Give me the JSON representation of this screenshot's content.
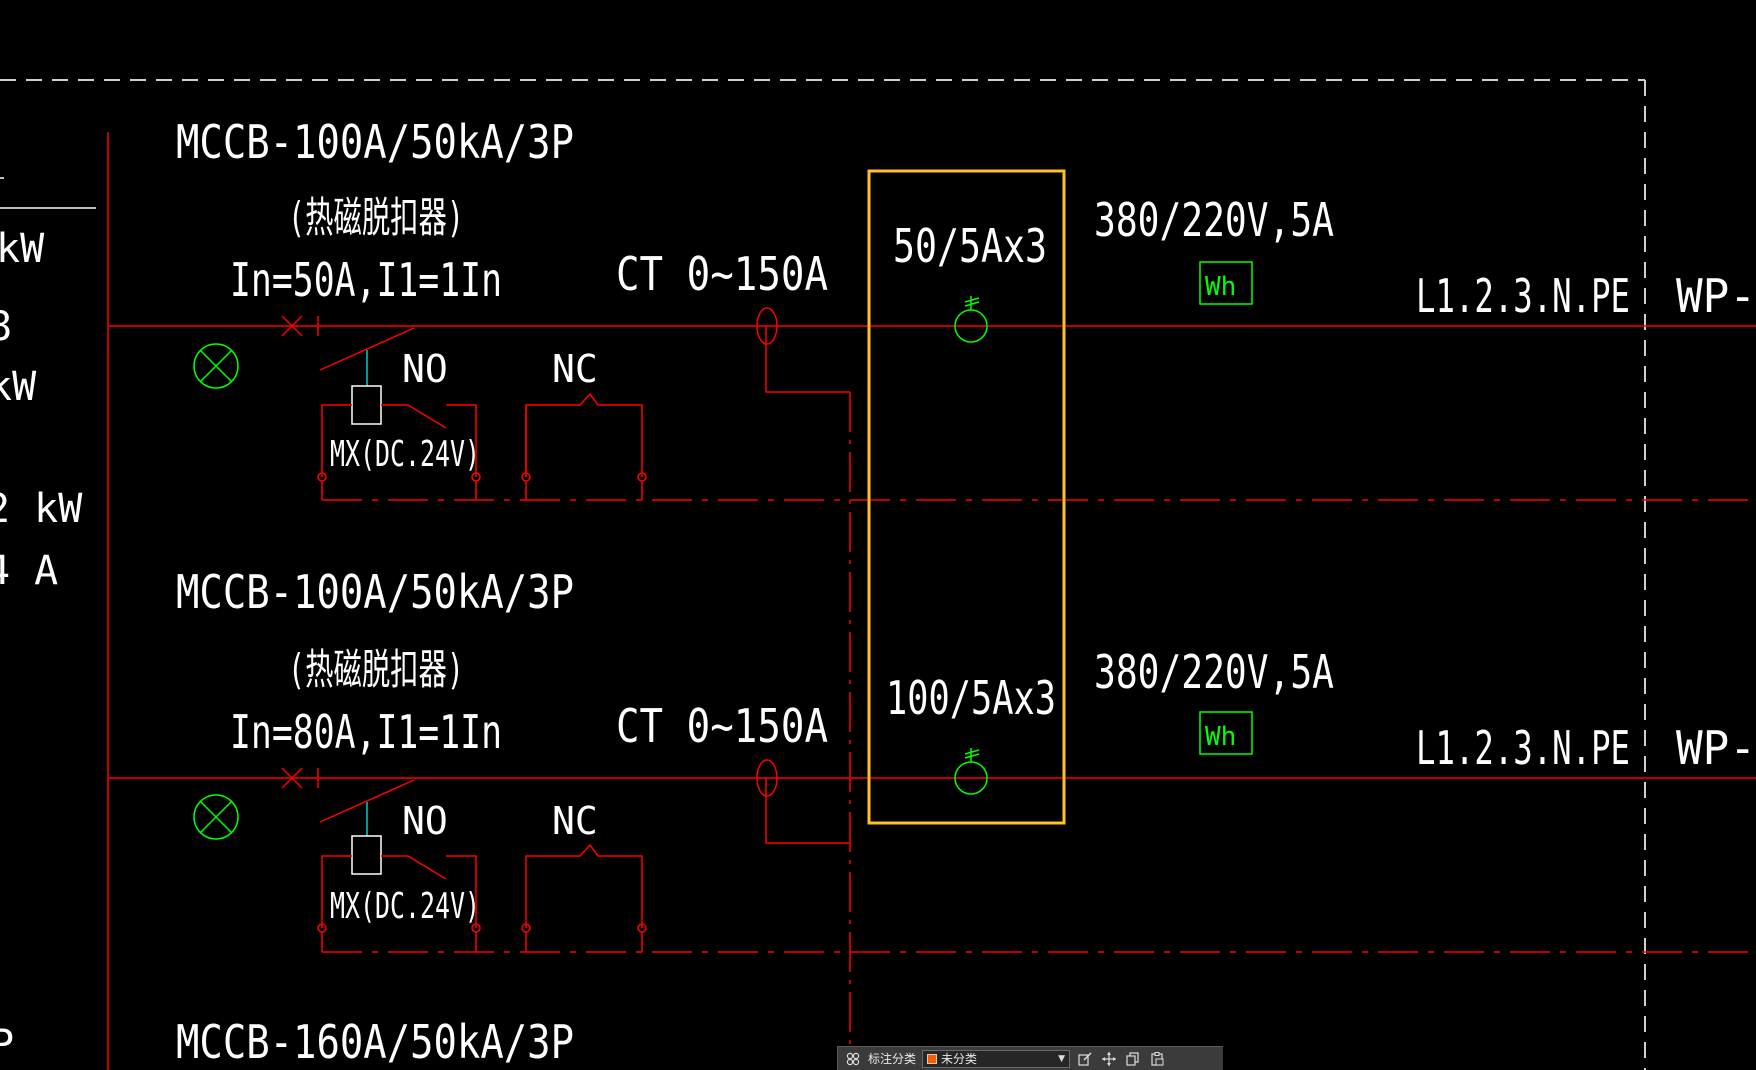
{
  "colors": {
    "background": "#000000",
    "wire": "#ff0000",
    "text": "#ffffff",
    "symbol": "#00ff00",
    "selection": "#ffc125",
    "coil_link": "#00cccc",
    "frame": "#cfcfcf"
  },
  "left_cutoff_texts": [
    "kW",
    "8",
    "kW",
    "2 kW",
    "4 A",
    "P"
  ],
  "circuits": [
    {
      "breaker": "MCCB-100A/50kA/3P",
      "trip_type": "(热磁脱扣器)",
      "setting": "In=50A,I1=1In",
      "ct_range": "CT 0~150A",
      "ct_ratio": "50/5Ax3",
      "meter_rating": "380/220V,5A",
      "meter_label": "Wh",
      "phases": "L1.2.3.N.PE",
      "feeder_prefix": "WP-",
      "contact_no": "NO",
      "contact_nc": "NC",
      "shunt_trip": "MX(DC.24V)"
    },
    {
      "breaker": "MCCB-100A/50kA/3P",
      "trip_type": "(热磁脱扣器)",
      "setting": "In=80A,I1=1In",
      "ct_range": "CT 0~150A",
      "ct_ratio": "100/5Ax3",
      "meter_rating": "380/220V,5A",
      "meter_label": "Wh",
      "phases": "L1.2.3.N.PE",
      "feeder_prefix": "WP-",
      "contact_no": "NO",
      "contact_nc": "NC",
      "shunt_trip": "MX(DC.24V)"
    }
  ],
  "third_breaker": "MCCB-160A/50kA/3P",
  "toolbar": {
    "category_label": "标注分类",
    "category_value": "未分类",
    "swatch_color": "#ff5a00",
    "icons": [
      "grid-icon",
      "edit-icon",
      "move-icon",
      "copy-icon",
      "paste-icon"
    ]
  }
}
